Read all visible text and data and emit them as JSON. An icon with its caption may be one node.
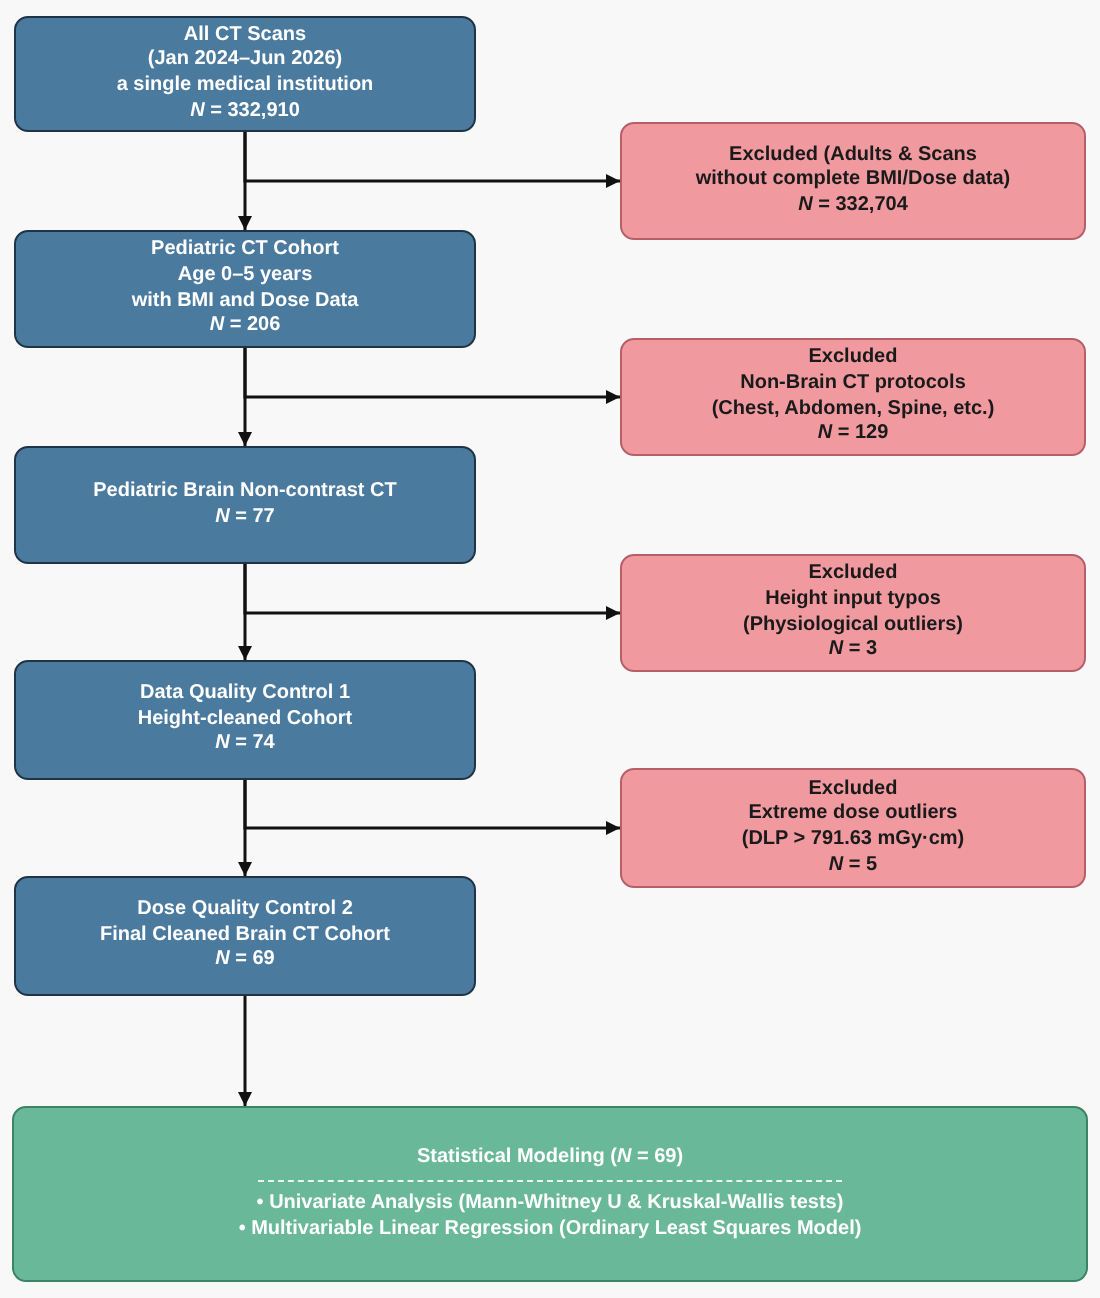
{
  "diagram": {
    "nodes": [
      {
        "text": [
          "All CT Scans",
          "(Jan 2024–Jun 2026)",
          "a single medical institution",
          "*N* = 332,910"
        ]
      },
      {
        "text": [
          "Excluded (Adults & Scans without complete BMI/Dose data)",
          "*N* = 332,704"
        ]
      },
      {
        "text": [
          "Pediatric CT Cohort",
          "Age 0–5 years",
          "with BMI and Dose Data",
          "*N* = 206"
        ]
      },
      {
        "text": [
          "Excluded",
          "Non-Brain CT protocols",
          "(Chest, Abdomen, Spine, etc.)",
          "*N* = 129"
        ]
      },
      {
        "text": [
          "Pediatric Brain Non-contrast CT",
          "*N* = 77"
        ]
      },
      {
        "text": [
          "Excluded",
          "Height input typos",
          "(Physiological outliers)",
          "*N* = 3"
        ]
      },
      {
        "text": [
          "Data Quality Control 1",
          "Height-cleaned Cohort",
          "*N* = 74"
        ]
      },
      {
        "text": [
          "Excluded",
          "Extreme dose outliers",
          "(DLP > 791.63 mGy·cm)",
          "*N* = 5"
        ]
      },
      {
        "text": [
          "Dose Quality Control 2",
          "Final Cleaned Brain CT Cohort",
          "*N* = 69"
        ]
      },
      {
        "text": [
          "Statistical Modeling (*N* = 69)",
          "• Univariate Analysis (Mann-Whitney U & Kruskal-Wallis tests)",
          "• Multivariable Linear Regression (Ordinary Least Squares Model)"
        ]
      }
    ],
    "edges": [
      {
        "from": 0,
        "to": 2,
        "arrow": "to"
      },
      {
        "from": 0,
        "to": 1,
        "arrow": "to"
      },
      {
        "from": 2,
        "to": 4,
        "arrow": "to"
      },
      {
        "from": 2,
        "to": 3,
        "arrow": "to"
      },
      {
        "from": 4,
        "to": 6,
        "arrow": "to"
      },
      {
        "from": 4,
        "to": 5,
        "arrow": "to"
      },
      {
        "from": 6,
        "to": 8,
        "arrow": "to"
      },
      {
        "from": 6,
        "to": 7,
        "arrow": "to"
      },
      {
        "from": 8,
        "to": 9,
        "arrow": "to"
      }
    ]
  }
}
